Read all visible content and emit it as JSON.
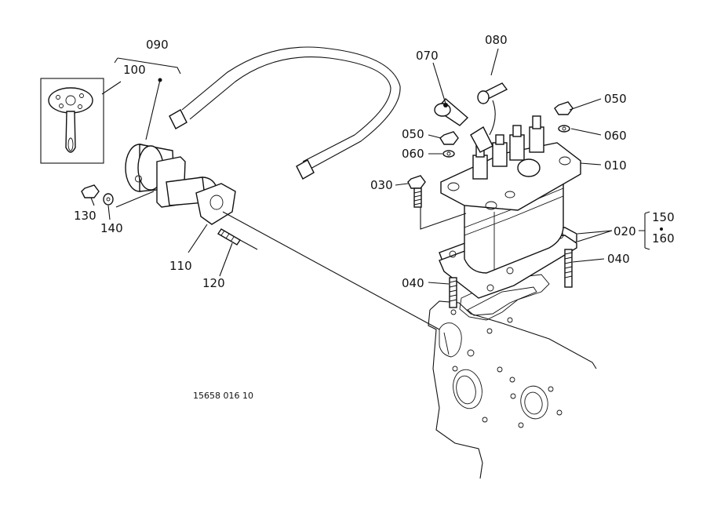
{
  "labels": {
    "p090": "090",
    "p100": "100",
    "p130": "130",
    "p140": "140",
    "p110": "110",
    "p120": "120",
    "p070": "070",
    "p080": "080",
    "p050a": "050",
    "p060a": "060",
    "p050b": "050",
    "p060b": "060",
    "p010": "010",
    "p030": "030",
    "p020": "020",
    "p150": "150",
    "p160": "160",
    "p040a": "040",
    "p040b": "040"
  },
  "drawing_code": "15658 016 10"
}
